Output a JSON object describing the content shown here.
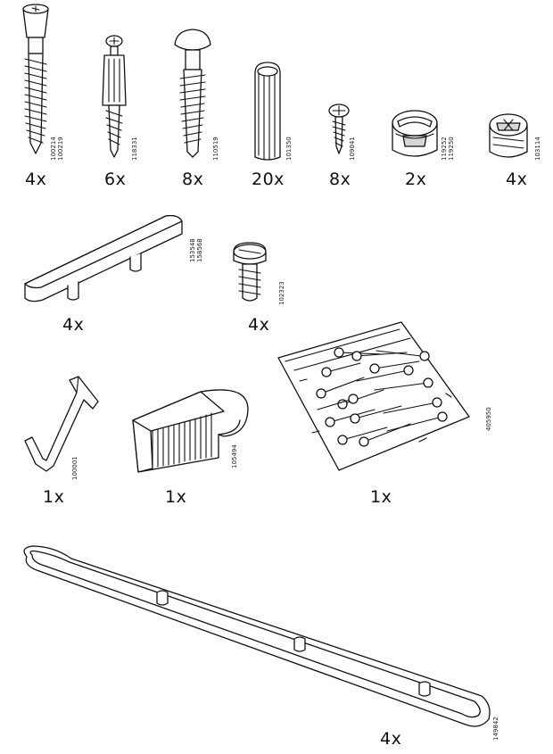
{
  "parts": [
    {
      "id": "cam-bolt-long",
      "codes": "100214\n100219",
      "qty": "4x"
    },
    {
      "id": "dowel-screw",
      "codes": "118331",
      "qty": "6x"
    },
    {
      "id": "mushroom-pin",
      "codes": "110519",
      "qty": "8x"
    },
    {
      "id": "wood-dowel",
      "codes": "101350",
      "qty": "20x"
    },
    {
      "id": "small-screw",
      "codes": "109041",
      "qty": "8x"
    },
    {
      "id": "cam-lock-large",
      "codes": "119252\n119250",
      "qty": "2x"
    },
    {
      "id": "cam-lock-small",
      "codes": "103114",
      "qty": "4x"
    },
    {
      "id": "handle-short",
      "codes": "153548\n158568",
      "qty": "4x"
    },
    {
      "id": "handle-screw",
      "codes": "102323",
      "qty": "4x"
    },
    {
      "id": "allen-key",
      "codes": "100001",
      "qty": "1x"
    },
    {
      "id": "door-stopper",
      "codes": "105494",
      "qty": "1x"
    },
    {
      "id": "nail-bag",
      "codes": "405950",
      "qty": "1x"
    },
    {
      "id": "handle-long",
      "codes": "149842",
      "qty": "4x"
    }
  ]
}
